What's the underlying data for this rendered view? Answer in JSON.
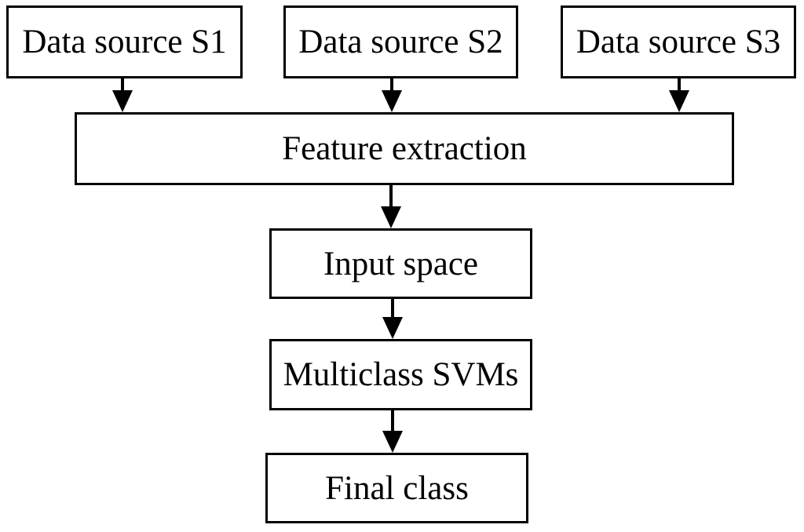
{
  "colors": {
    "background": "#ffffff",
    "box_fill": "#ffffff",
    "box_border": "#000000",
    "arrow": "#000000",
    "text": "#000000"
  },
  "nodes": {
    "data_source_s1": {
      "label": "Data source S1"
    },
    "data_source_s2": {
      "label": "Data source S2"
    },
    "data_source_s3": {
      "label": "Data source S3"
    },
    "feature_extraction": {
      "label": "Feature extraction"
    },
    "input_space": {
      "label": "Input space"
    },
    "multiclass_svms": {
      "label": "Multiclass SVMs"
    },
    "final_class": {
      "label": "Final class"
    }
  },
  "edges": [
    {
      "from": "data_source_s1",
      "to": "feature_extraction"
    },
    {
      "from": "data_source_s2",
      "to": "feature_extraction"
    },
    {
      "from": "data_source_s3",
      "to": "feature_extraction"
    },
    {
      "from": "feature_extraction",
      "to": "input_space"
    },
    {
      "from": "input_space",
      "to": "multiclass_svms"
    },
    {
      "from": "multiclass_svms",
      "to": "final_class"
    }
  ]
}
